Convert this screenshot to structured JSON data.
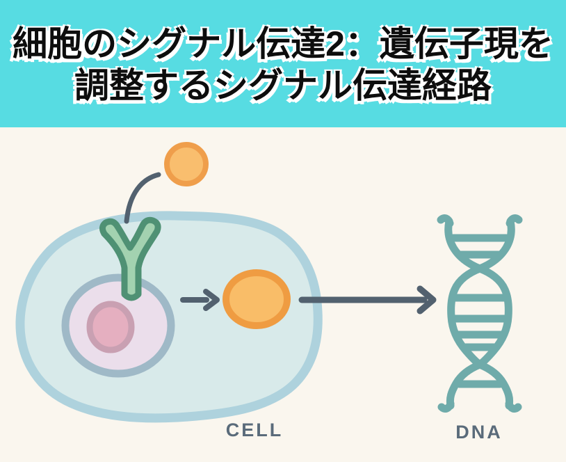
{
  "header": {
    "title_line1": "細胞のシグナル伝達2：遺伝子現を",
    "title_line2": "調整するシグナル伝達経路"
  },
  "labels": {
    "cell": "CELL",
    "dna": "DNA"
  },
  "icons": [
    "ligand-icon",
    "receptor-icon",
    "cell-membrane",
    "nucleus",
    "nucleolus",
    "transcription-factor",
    "binding-curve-arrow",
    "signal-arrow-short",
    "signal-arrow-long",
    "dna-helix-icon"
  ],
  "colors": {
    "background": "#faf6ee",
    "banner_bg": "#57dce2",
    "title_color": "#0d0d0d",
    "title_outline": "#ffffff",
    "cell_fill": "#d8eaea",
    "cell_border": "#aed2dd",
    "nucleus_fill": "#ebdeeb",
    "nucleus_border": "#9fb9c7",
    "nucleolus_fill": "#e5afc0",
    "nucleolus_border": "#c9a0b2",
    "receptor_fill": "#a3d2b0",
    "receptor_border": "#4f9174",
    "ligand_fill": "#f9be6e",
    "ligand_border": "#ef9e4b",
    "protein_fill": "#f9bd68",
    "protein_border": "#ef9c42",
    "arrow_color": "#52616f",
    "dna_color": "#6fabaa",
    "label_color": "#5a6b7a"
  }
}
